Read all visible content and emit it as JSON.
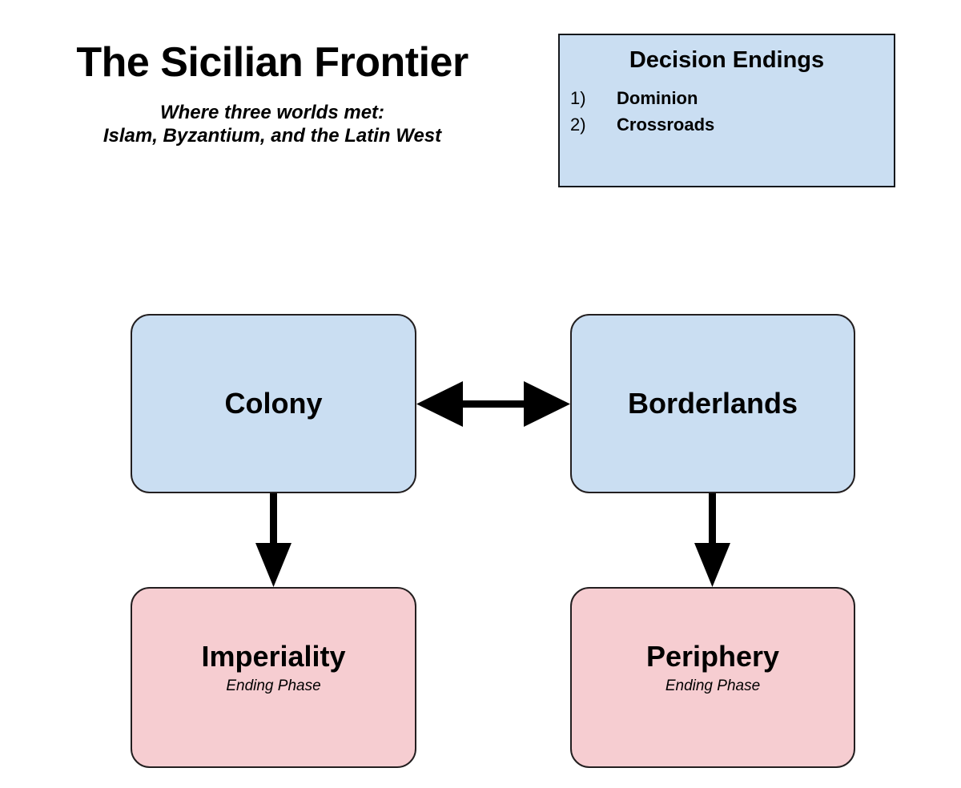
{
  "header": {
    "title": "The Sicilian Frontier",
    "subtitle_line1": "Where three worlds met:",
    "subtitle_line2": "Islam, Byzantium, and the Latin West"
  },
  "decision_panel": {
    "title": "Decision Endings",
    "items": [
      {
        "number": "1)",
        "label": "Dominion"
      },
      {
        "number": "2)",
        "label": "Crossroads"
      }
    ]
  },
  "diagram": {
    "nodes": [
      {
        "id": "colony",
        "title": "Colony",
        "subtitle": "",
        "stage": "phase",
        "color": "#cadef2"
      },
      {
        "id": "borderlands",
        "title": "Borderlands",
        "subtitle": "",
        "stage": "phase",
        "color": "#cadef2"
      },
      {
        "id": "imperiality",
        "title": "Imperiality",
        "subtitle": "Ending Phase",
        "stage": "ending",
        "color": "#f6cdd1"
      },
      {
        "id": "periphery",
        "title": "Periphery",
        "subtitle": "Ending Phase",
        "stage": "ending",
        "color": "#f6cdd1"
      }
    ],
    "edges": [
      {
        "from": "colony",
        "to": "borderlands",
        "kind": "bidirectional"
      },
      {
        "from": "colony",
        "to": "imperiality",
        "kind": "directed"
      },
      {
        "from": "borderlands",
        "to": "periphery",
        "kind": "directed"
      }
    ],
    "colors": {
      "phase_fill": "#cadef2",
      "ending_fill": "#f6cdd1",
      "border": "#231f20",
      "arrow": "#000000",
      "background": "#ffffff"
    }
  }
}
